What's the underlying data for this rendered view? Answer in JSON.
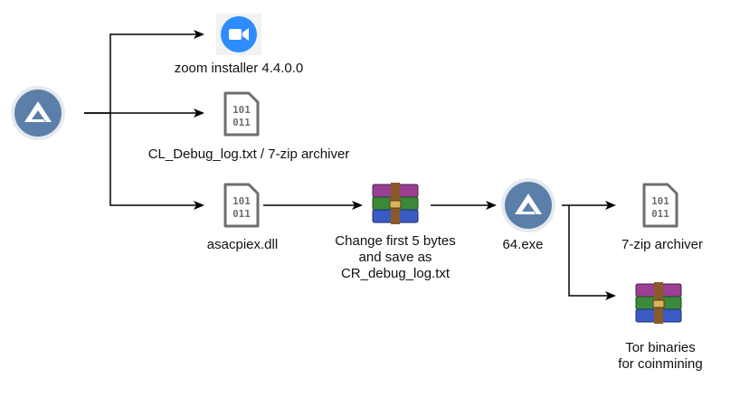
{
  "nodes": {
    "source_app": {
      "icon": "app-logo-icon"
    },
    "zoom": {
      "icon": "zoom-camera-icon",
      "label": "zoom installer 4.4.0.0"
    },
    "cl_debug": {
      "icon": "binary-file-icon",
      "label": "CL_Debug_log.txt / 7-zip archiver"
    },
    "asacpiex": {
      "icon": "binary-file-icon",
      "label": "asacpiex.dll"
    },
    "modify": {
      "icon": "winrar-archive-icon",
      "label_lines": [
        "Change first 5 bytes",
        "and save as",
        "CR_debug_log.txt"
      ]
    },
    "exe64": {
      "icon": "app-logo-icon",
      "label": "64.exe"
    },
    "zip7": {
      "icon": "binary-file-icon",
      "label": "7-zip archiver"
    },
    "tor": {
      "icon": "winrar-archive-icon",
      "label_lines": [
        "Tor binaries",
        "for coinmining"
      ]
    }
  },
  "file_icon_text": {
    "line1": "101",
    "line2": "011"
  },
  "colors": {
    "app_logo_bg": "#5b7fa8",
    "app_logo_ring": "#e6e9ee",
    "zoom_blue": "#2d8cff",
    "file_gray": "#6e6e6e",
    "arrow": "#000000",
    "archive_purple": "#9b3f93",
    "archive_green": "#3a8a3a",
    "archive_blue": "#3a5bc4",
    "archive_strap": "#8b5a2b"
  }
}
